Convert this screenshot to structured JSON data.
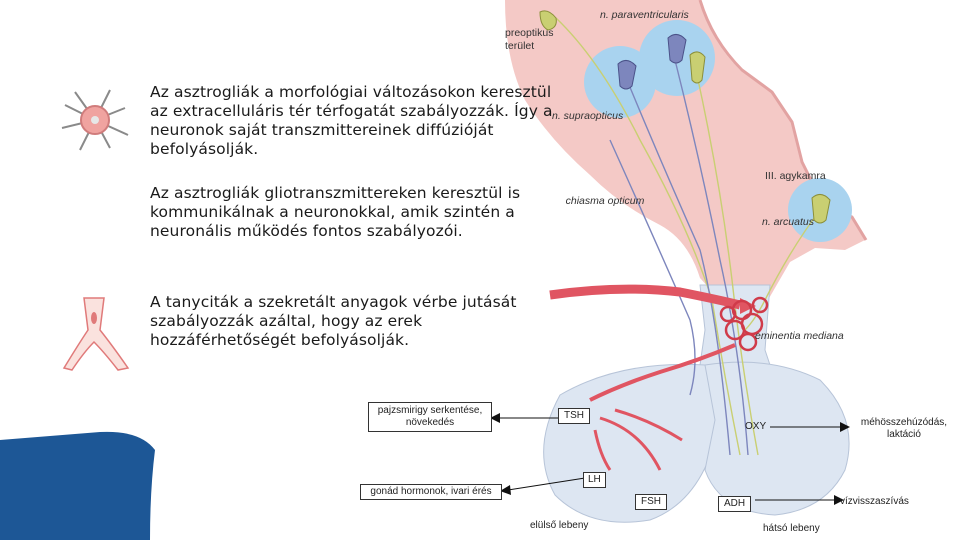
{
  "texts": {
    "p1": "Az asztrogliák a morfológiai változásokon keresztül az extracelluláris tér térfogatát szabályozzák. Így a neuronok saját transzmittereinek diffúzióját befolyásolják.",
    "p2": "Az asztrogliák gliotranszmittereken keresztül is kommunikálnak a neuronokkal, amik szintén a neuronális működés fontos szabályozói.",
    "p3": "A tanyciták a szekretált anyagok vérbe jutását szabályozzák azáltal, hogy az erek hozzáférhetőségét befolyásolják."
  },
  "labels": {
    "paraventricularis": "n. paraventricularis",
    "preoptikus": "preoptikus terület",
    "supraopticus": "n. supraopticus",
    "agykamra": "III. agykamra",
    "chiasma": "chiasma opticum",
    "arcuatus": "n. arcuatus",
    "eminentia": "eminentia mediana",
    "tsh": "TSH",
    "oxy": "OXY",
    "lh": "LH",
    "fsh": "FSH",
    "adh": "ADH",
    "elulso": "elülső lebeny",
    "hatso": "hátsó lebeny",
    "pajzsmirigy": "pajzsmirigy serkentése, növekedés",
    "gonad": "gonád hormonok, ivari érés",
    "mehosszehuzodas": "méhösszehúzódás, laktáció",
    "vizvisszaszivas": "vízvisszaszívás"
  },
  "colors": {
    "tissue": "#f4c9c6",
    "tissue_dark": "#e9a6a6",
    "pituitary": "#dde6f2",
    "blue_halo": "#a9d3ef",
    "vessel": "#e05562",
    "neuron_blue": "#7d86bd",
    "neuron_yellow": "#c9cf72"
  },
  "icons": [
    "astrocyte-icon",
    "tanycyte-icon"
  ]
}
